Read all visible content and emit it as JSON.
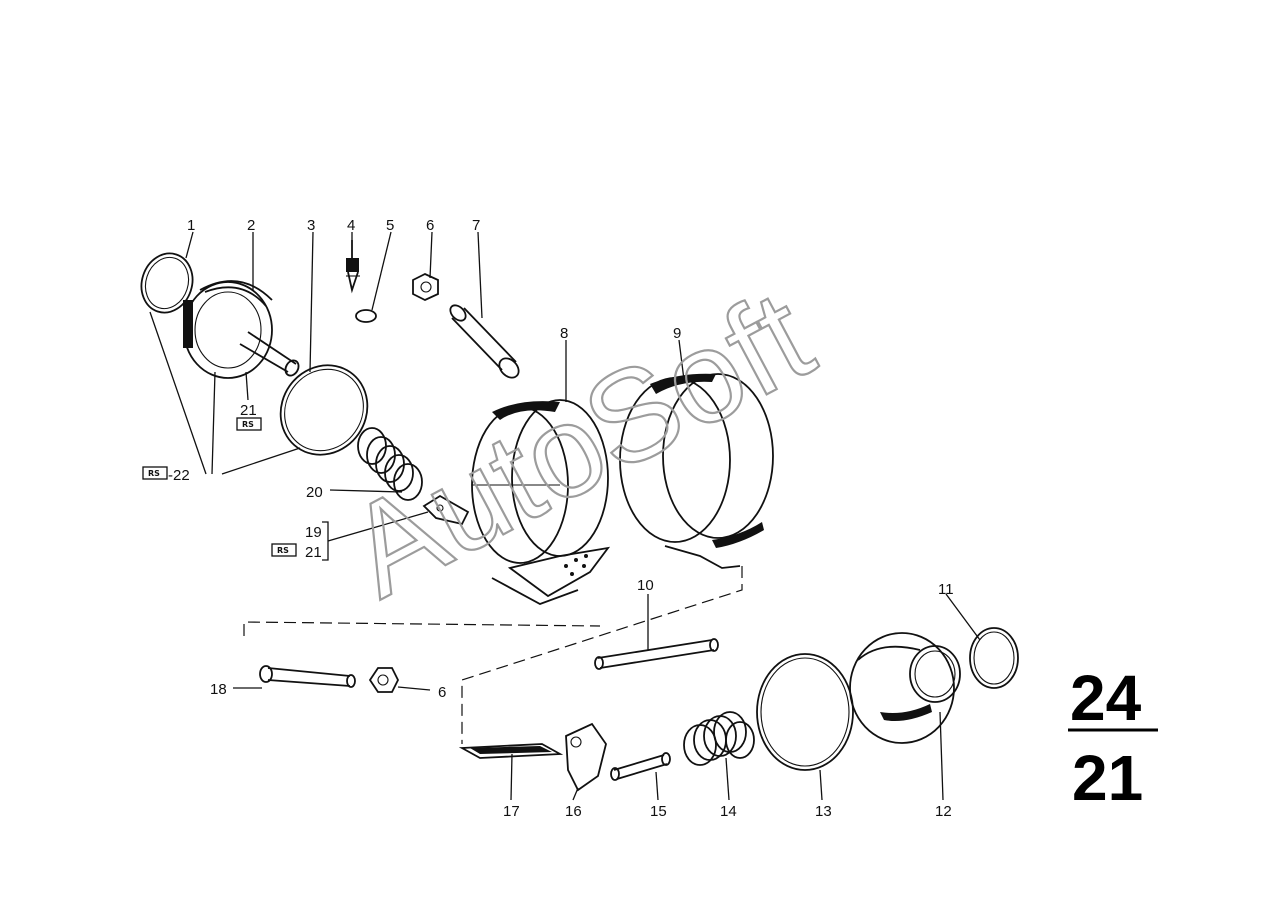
{
  "callouts": {
    "c1": "1",
    "c2": "2",
    "c3": "3",
    "c4": "4",
    "c5": "5",
    "c6": "6",
    "c7": "7",
    "c8": "8",
    "c9": "9",
    "c10": "10",
    "c11": "11",
    "c12": "12",
    "c13": "13",
    "c14": "14",
    "c15": "15",
    "c16": "16",
    "c17": "17",
    "c18": "18",
    "c19": "19",
    "c20": "20",
    "c21a": "21",
    "c21b": "21",
    "c22": "-22",
    "c6b": "6"
  },
  "tags": {
    "rs": "RS"
  },
  "group_code": {
    "top": "24",
    "bottom": "21"
  },
  "watermark": "AutoSoft"
}
